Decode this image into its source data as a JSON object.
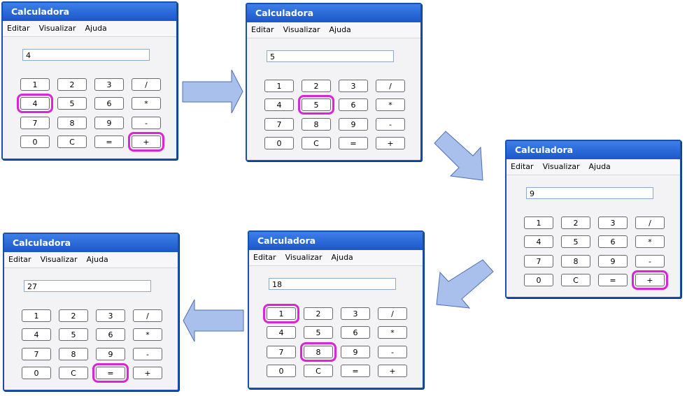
{
  "app": {
    "title": "Calculadora",
    "menu": [
      "Editar",
      "Visualizar",
      "Ajuda"
    ],
    "keys": [
      "1",
      "2",
      "3",
      "/",
      "4",
      "5",
      "6",
      "*",
      "7",
      "8",
      "9",
      "-",
      "0",
      "C",
      "=",
      "+"
    ]
  },
  "windows": [
    {
      "display": "4",
      "highlight": [
        "4",
        "+"
      ]
    },
    {
      "display": "5",
      "highlight": [
        "5"
      ]
    },
    {
      "display": "9",
      "highlight": [
        "+"
      ]
    },
    {
      "display": "18",
      "highlight": [
        "1",
        "8"
      ]
    },
    {
      "display": "27",
      "highlight": [
        "="
      ]
    }
  ],
  "colors": {
    "title_bar": "#1b57c9",
    "highlight": "#d825d8",
    "arrow": "#a9c0ec"
  }
}
